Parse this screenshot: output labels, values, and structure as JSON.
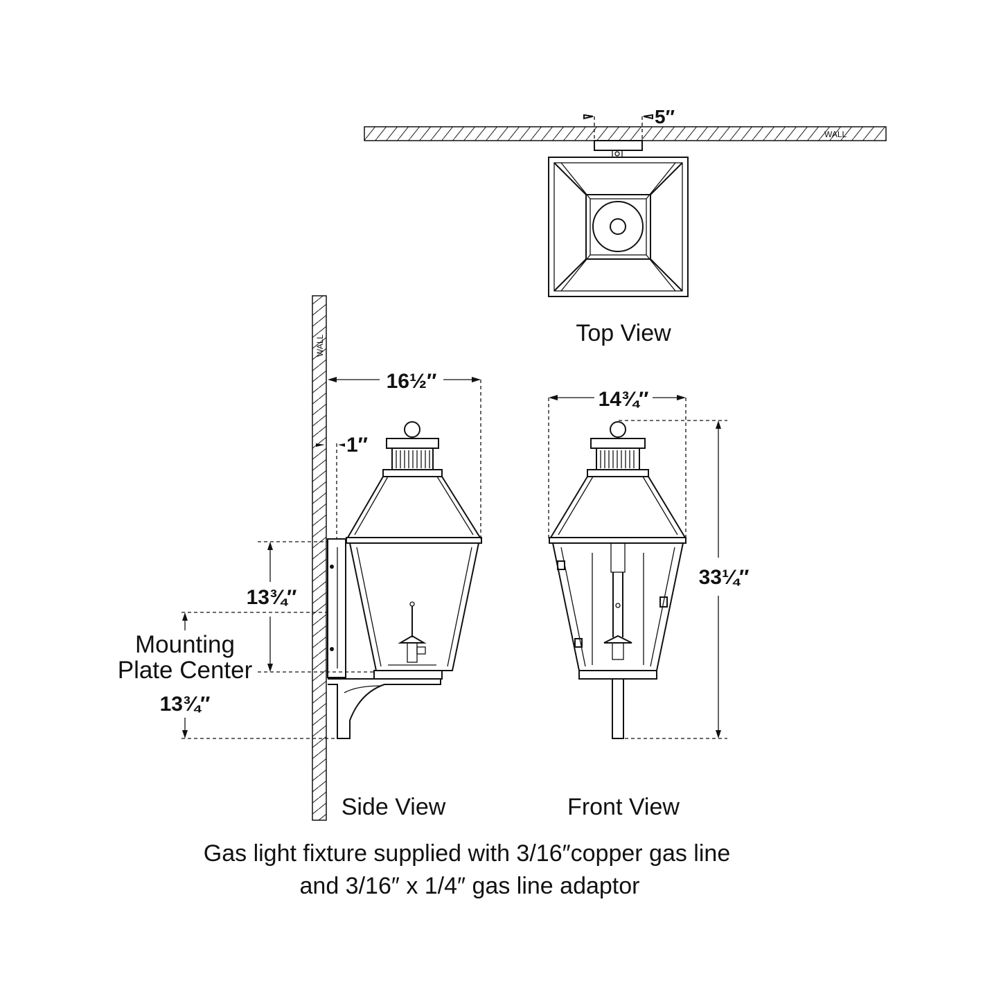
{
  "wall_label": "WALL",
  "views": {
    "top": "Top View",
    "side": "Side View",
    "front": "Front View"
  },
  "dimensions": {
    "bracket_width": "5″",
    "side_depth": "16½″",
    "wall_offset": "1″",
    "front_width": "14¾″",
    "overall_height": "33¼″",
    "upper_to_center": "13¾″",
    "center_to_bottom": "13¾″"
  },
  "mounting_label": [
    "Mounting",
    "Plate Center"
  ],
  "caption": [
    "Gas light fixture supplied with 3/16″copper gas line",
    "and 3/16″ x 1/4″ gas line adaptor"
  ]
}
